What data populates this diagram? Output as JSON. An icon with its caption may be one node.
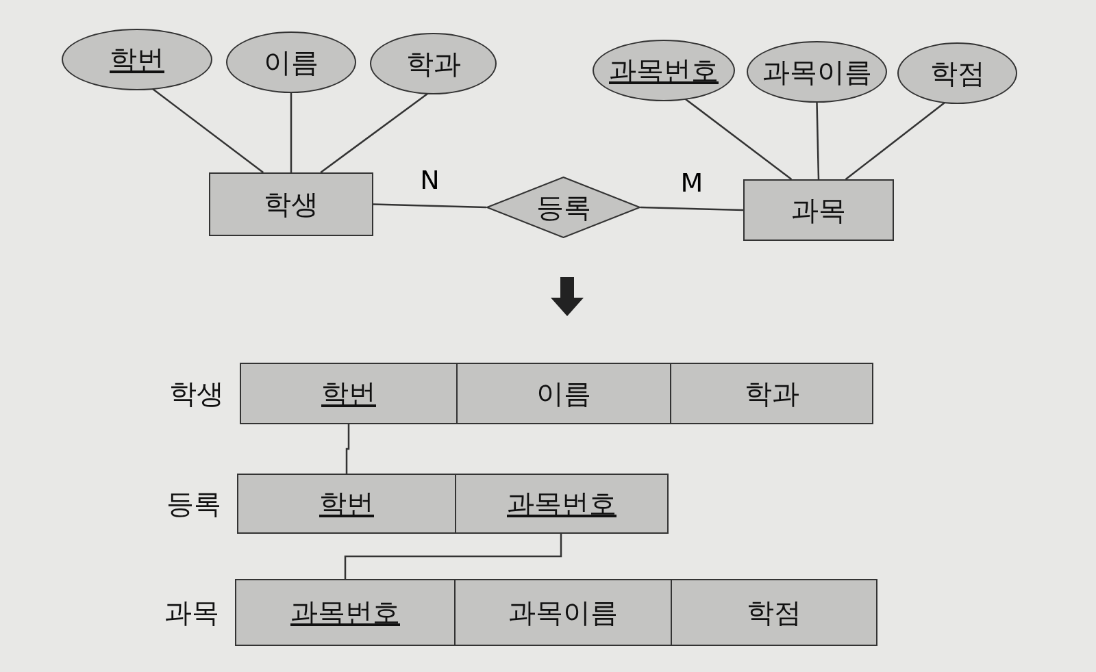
{
  "diagram": {
    "nodes": [
      {
        "text": [
          "학번"
        ]
      },
      {
        "text": [
          "이름"
        ]
      },
      {
        "text": [
          "학과"
        ]
      },
      {
        "text": [
          "과목번호"
        ]
      },
      {
        "text": [
          "과목이름"
        ]
      },
      {
        "text": [
          "학점"
        ]
      },
      {
        "text": [
          "학생"
        ]
      },
      {
        "text": [
          "등록"
        ]
      },
      {
        "text": [
          "과목"
        ]
      },
      {
        "text": [
          "학생"
        ]
      },
      {
        "text": [
          "학번"
        ],
        "in": 9
      },
      {
        "text": [
          "이름"
        ],
        "in": 9
      },
      {
        "text": [
          "학과"
        ],
        "in": 9
      },
      {
        "text": [
          "등록"
        ]
      },
      {
        "text": [
          "학번"
        ],
        "in": 13
      },
      {
        "text": [
          "과목번호"
        ],
        "in": 13
      },
      {
        "text": [
          "과목"
        ]
      },
      {
        "text": [
          "과목번호"
        ],
        "in": 16
      },
      {
        "text": [
          "과목이름"
        ],
        "in": 16
      },
      {
        "text": [
          "학점"
        ],
        "in": 16
      }
    ],
    "edges": [
      {
        "from": 0,
        "to": 6,
        "arrow": "none"
      },
      {
        "from": 1,
        "to": 6,
        "arrow": "none"
      },
      {
        "from": 2,
        "to": 6,
        "arrow": "none"
      },
      {
        "from": 3,
        "to": 8,
        "arrow": "none"
      },
      {
        "from": 4,
        "to": 8,
        "arrow": "none"
      },
      {
        "from": 5,
        "to": 8,
        "arrow": "none"
      },
      {
        "from": 6,
        "to": 7,
        "arrow": "none",
        "label": "N"
      },
      {
        "from": 7,
        "to": 8,
        "arrow": "none",
        "label": "M"
      },
      {
        "from": 10,
        "to": 14,
        "arrow": "none"
      },
      {
        "from": 15,
        "to": 17,
        "arrow": "none"
      }
    ]
  }
}
